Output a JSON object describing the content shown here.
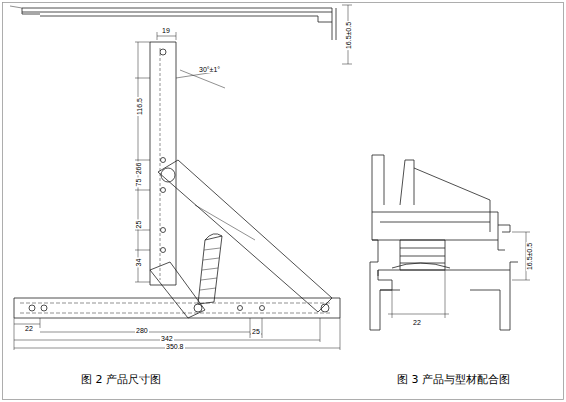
{
  "diagram": {
    "labels": [
      "16.5±0.5",
      "19",
      "30°±1°",
      "116.5",
      "266",
      "75",
      "25",
      "34",
      "22",
      "280",
      "25",
      "342",
      "350.8",
      "16.5±0.5",
      "22",
      "图 2 产品尺寸图",
      "图 3 产品与型材配合图"
    ]
  }
}
